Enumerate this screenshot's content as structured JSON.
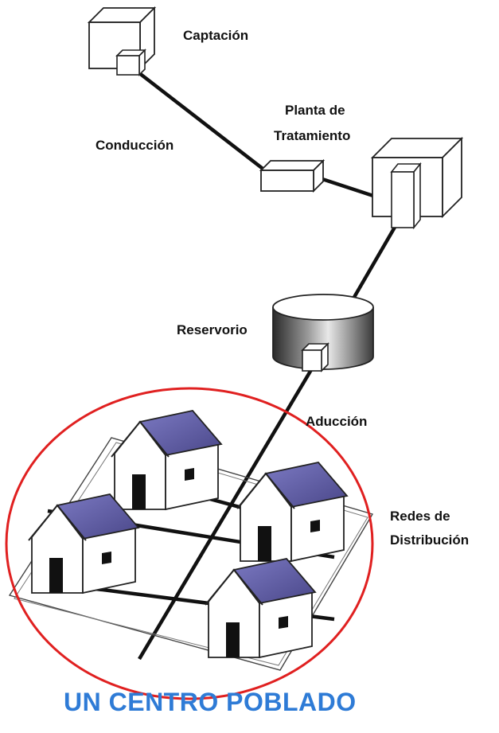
{
  "labels": {
    "captacion": "Captación",
    "planta_line1": "Planta de",
    "planta_line2": "Tratamiento",
    "conduccion": "Conducción",
    "reservorio": "Reservorio",
    "aduccion": "Aducción",
    "redes_line1": "Redes de",
    "redes_line2": "Distribución"
  },
  "caption": "UN CENTRO POBLADO",
  "colors": {
    "roof": "#5d5a9e",
    "highlight_circle": "#e02020",
    "caption": "#2e7bd6",
    "pipe": "#111111"
  }
}
